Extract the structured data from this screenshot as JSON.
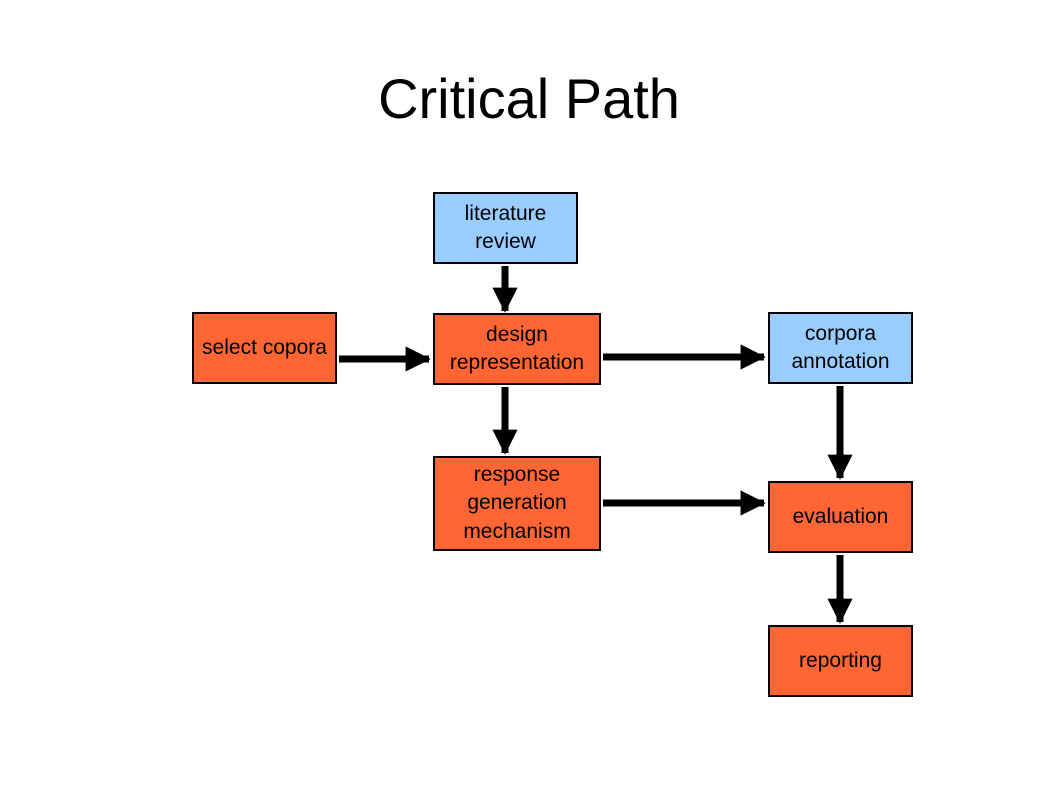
{
  "title": "Critical Path",
  "colors": {
    "background": "#FFFFFF",
    "primary_box": "#FF6633",
    "secondary_box": "#99CCFF",
    "box_border": "#000000",
    "arrow": "#000000",
    "text": "#000000"
  },
  "diagram": {
    "type": "flowchart",
    "nodes": [
      {
        "id": "literature-review",
        "label": "literature review",
        "color": "#99CCFF"
      },
      {
        "id": "select-copora",
        "label": "select copora",
        "color": "#FF6633"
      },
      {
        "id": "design-representation",
        "label": "design representation",
        "color": "#FF6633"
      },
      {
        "id": "corpora-annotation",
        "label": "corpora annotation",
        "color": "#99CCFF"
      },
      {
        "id": "response-generation-mechanism",
        "label": "response generation mechanism",
        "color": "#FF6633"
      },
      {
        "id": "evaluation",
        "label": "evaluation",
        "color": "#FF6633"
      },
      {
        "id": "reporting",
        "label": "reporting",
        "color": "#FF6633"
      }
    ],
    "edges": [
      {
        "from": "literature-review",
        "to": "design-representation",
        "direction": "down"
      },
      {
        "from": "select-copora",
        "to": "design-representation",
        "direction": "right"
      },
      {
        "from": "design-representation",
        "to": "corpora-annotation",
        "direction": "right"
      },
      {
        "from": "design-representation",
        "to": "response-generation-mechanism",
        "direction": "down"
      },
      {
        "from": "response-generation-mechanism",
        "to": "evaluation",
        "direction": "right"
      },
      {
        "from": "corpora-annotation",
        "to": "evaluation",
        "direction": "down"
      },
      {
        "from": "evaluation",
        "to": "reporting",
        "direction": "down"
      }
    ]
  }
}
